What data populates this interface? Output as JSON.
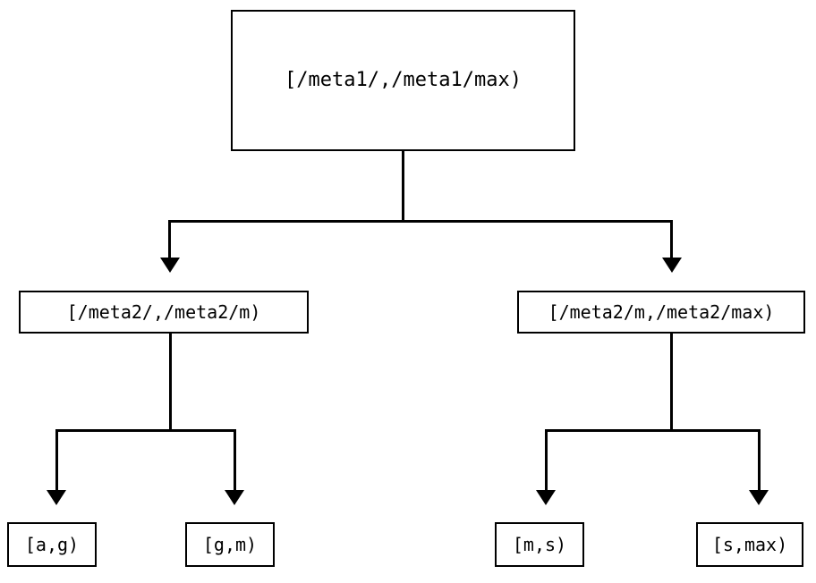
{
  "diagram": {
    "type": "tree",
    "orientation": "top-down",
    "background_color": "#ffffff",
    "stroke_color": "#000000",
    "text_color": "#000000",
    "levels": 3,
    "nodes": {
      "root": {
        "label": "[/meta1/,/meta1/max)"
      },
      "mid_left": {
        "label": "[/meta2/,/meta2/m)"
      },
      "mid_right": {
        "label": "[/meta2/m,/meta2/max)"
      },
      "leaf_ag": {
        "label": "[a,g)"
      },
      "leaf_gm": {
        "label": "[g,m)"
      },
      "leaf_ms": {
        "label": "[m,s)"
      },
      "leaf_smax": {
        "label": "[s,max)"
      }
    },
    "edges": [
      {
        "from": "root",
        "to": "mid_left",
        "arrow": "filled-triangle"
      },
      {
        "from": "root",
        "to": "mid_right",
        "arrow": "filled-triangle"
      },
      {
        "from": "mid_left",
        "to": "leaf_ag",
        "arrow": "filled-triangle"
      },
      {
        "from": "mid_left",
        "to": "leaf_gm",
        "arrow": "filled-triangle"
      },
      {
        "from": "mid_right",
        "to": "leaf_ms",
        "arrow": "filled-triangle"
      },
      {
        "from": "mid_right",
        "to": "leaf_smax",
        "arrow": "filled-triangle"
      }
    ]
  }
}
